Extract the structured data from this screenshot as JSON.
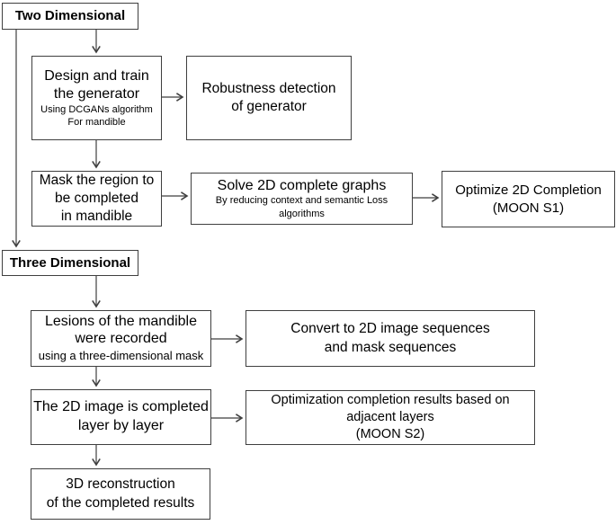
{
  "colors": {
    "background": "#ffffff",
    "line": "#3f3f3f",
    "text": "#000000"
  },
  "headers": {
    "two_dimensional": "Two Dimensional",
    "three_dimensional": "Three Dimensional"
  },
  "nodes": {
    "design": {
      "line1": "Design and train",
      "line2": "the generator",
      "sub1": "Using DCGANs algorithm",
      "sub2": "For mandible"
    },
    "robustness": {
      "line1": "Robustness detection",
      "line2": "of generator"
    },
    "mask": {
      "line1": "Mask the region to",
      "line2": "be completed",
      "line3": "in mandible"
    },
    "solve": {
      "line1": "Solve 2D complete graphs",
      "sub1": "By reducing context and semantic Loss algorithms"
    },
    "optimize": {
      "line1": "Optimize 2D Completion",
      "line2": "(MOON S1)"
    },
    "lesions": {
      "line1": "Lesions of the mandible",
      "line2": "were recorded",
      "sub1": "using a three-dimensional mask"
    },
    "convert": {
      "line1": "Convert to 2D image sequences",
      "line2": "and mask sequences"
    },
    "layer": {
      "line1": "The 2D image is completed",
      "line2": "layer by layer"
    },
    "optimization": {
      "line1": "Optimization completion results based on",
      "line2": "adjacent layers",
      "line3": "(MOON S2)"
    },
    "reconstruction": {
      "line1": "3D reconstruction",
      "line2": "of the completed results"
    }
  },
  "edges": [
    {
      "from": "two-dimensional-header",
      "to": "three-dimensional-header"
    },
    {
      "from": "two-dimensional-header",
      "to": "design-train-generator"
    },
    {
      "from": "design-train-generator",
      "to": "robustness-detection"
    },
    {
      "from": "design-train-generator",
      "to": "mask-region"
    },
    {
      "from": "mask-region",
      "to": "solve-2d-complete-graphs"
    },
    {
      "from": "solve-2d-complete-graphs",
      "to": "optimize-2d-completion"
    },
    {
      "from": "three-dimensional-header",
      "to": "lesions-recorded"
    },
    {
      "from": "lesions-recorded",
      "to": "convert-to-2d-sequences"
    },
    {
      "from": "lesions-recorded",
      "to": "2d-image-completed-by-layer"
    },
    {
      "from": "2d-image-completed-by-layer",
      "to": "optimization-adjacent-layers"
    },
    {
      "from": "2d-image-completed-by-layer",
      "to": "3d-reconstruction"
    }
  ]
}
